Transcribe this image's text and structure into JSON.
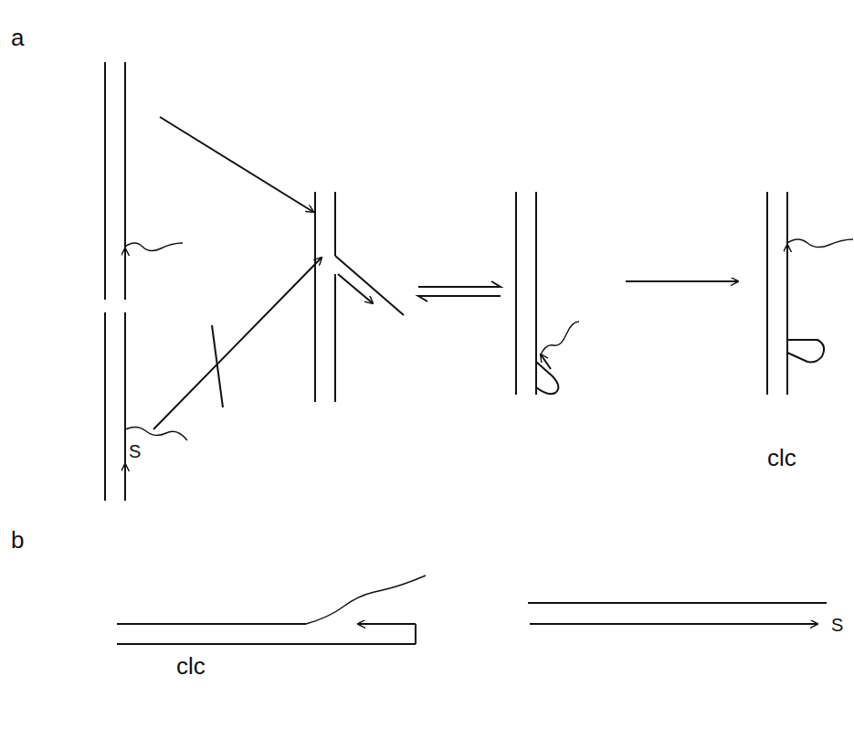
{
  "diagram": {
    "labels": [
      "a",
      "S",
      "clc",
      "b",
      "clc",
      "S"
    ]
  }
}
